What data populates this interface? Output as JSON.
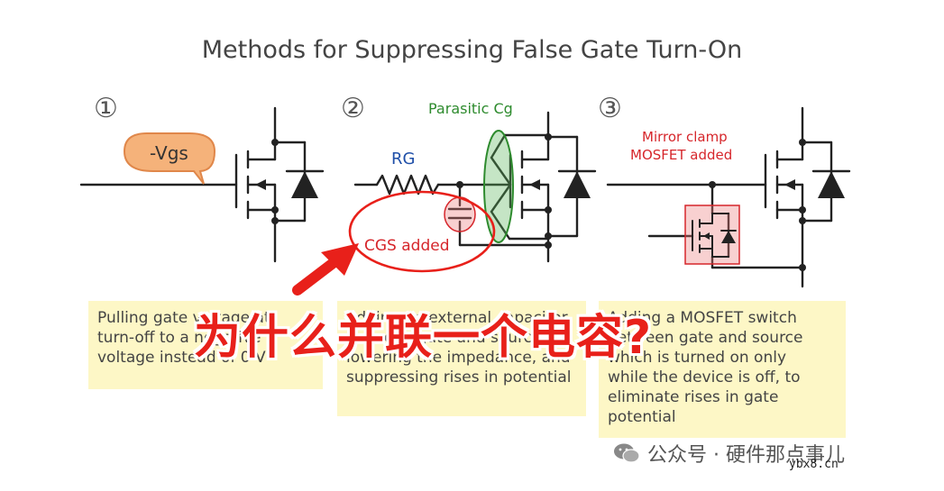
{
  "title": "Methods for Suppressing False Gate Turn-On",
  "panels": [
    {
      "number": "①",
      "callout": "-Vgs",
      "note_lines": [
        "Pulling gate voltage at",
        "turn-off to a negative",
        "voltage instead of 0 V"
      ]
    },
    {
      "number": "②",
      "label_rg": "RG",
      "label_parasitic": "Parasitic Cg",
      "label_cgs": "CGS added",
      "note_lines": [
        "Adding an external capacitor",
        "between gate and source,",
        "lowering the impedance, and",
        "suppressing rises in potential"
      ]
    },
    {
      "number": "③",
      "label_clamp_1": "Mirror clamp",
      "label_clamp_2": "MOSFET added",
      "note_lines": [
        "Adding a MOSFET switch",
        "between gate and source",
        "which is turned on only",
        "while the device is off, to",
        "eliminate rises in gate",
        "potential"
      ]
    }
  ],
  "overlay": "为什么并联一个电容?",
  "watermark": {
    "account": "公众号 · 硬件那点事儿",
    "site": "ybx8.cn"
  },
  "colors": {
    "red": "#d6262b",
    "green": "#2e8b2e",
    "blue": "#1f4fa8",
    "callout": "#f5b27a",
    "note_bg": "#fdf7c6"
  }
}
